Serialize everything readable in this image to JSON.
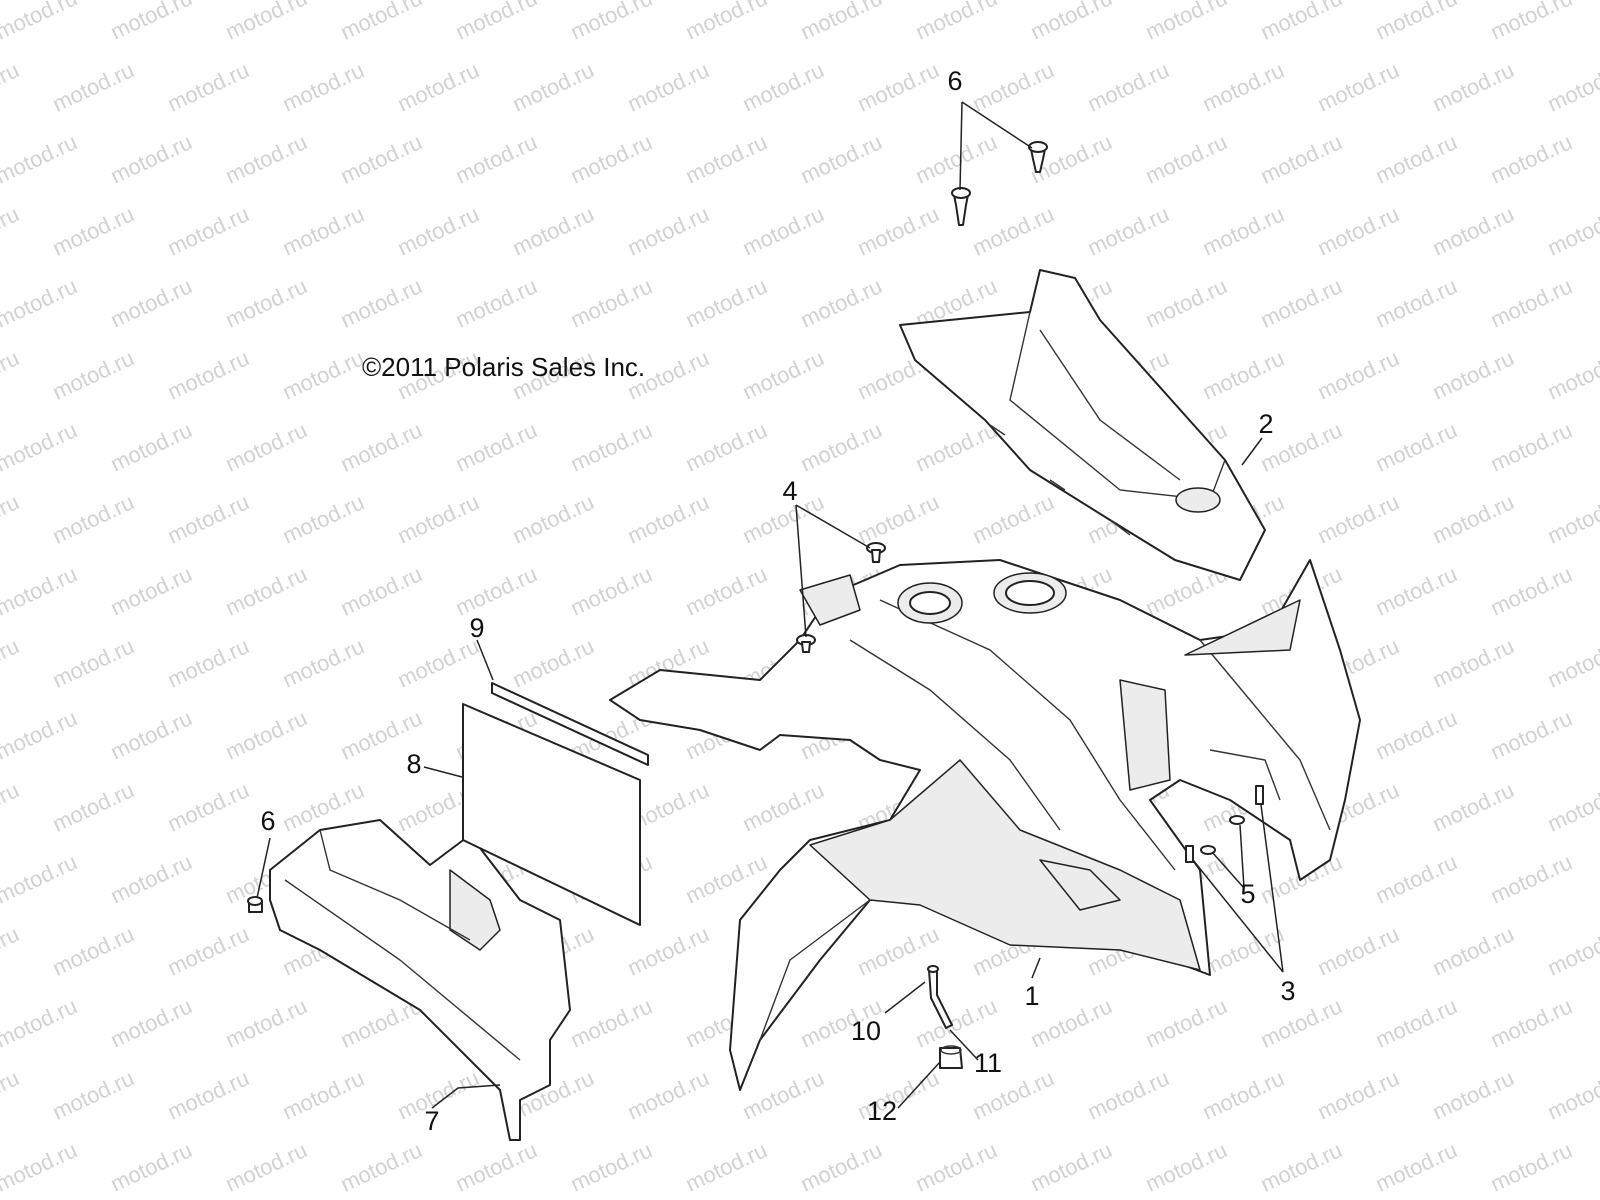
{
  "copyright": "©2011 Polaris Sales Inc.",
  "watermark": "motod.ru",
  "callouts": [
    "1",
    "2",
    "3",
    "4",
    "5",
    "6",
    "6",
    "7",
    "8",
    "9",
    "10",
    "11",
    "12"
  ]
}
